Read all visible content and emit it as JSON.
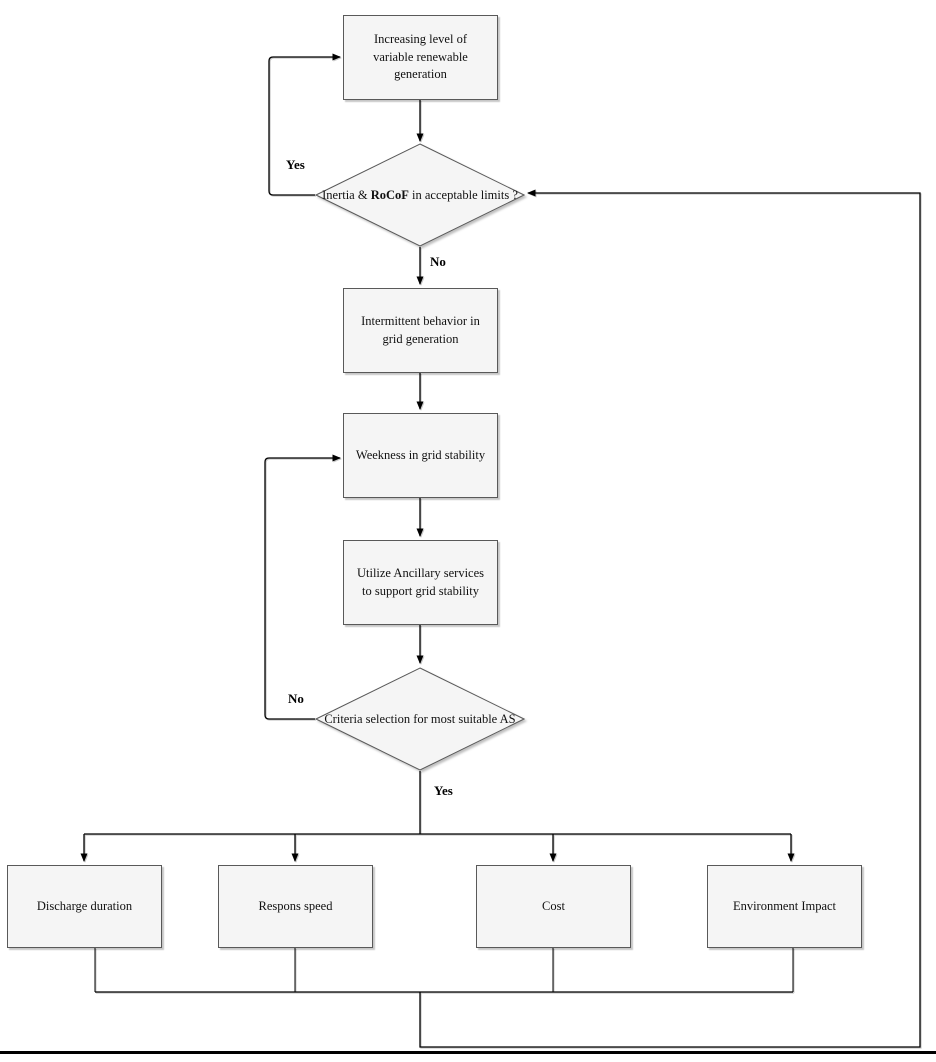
{
  "diagram": {
    "type": "flowchart",
    "nodes": {
      "increasing_renewables": {
        "label": "Increasing level of variable renewable generation"
      },
      "decision_inertia": {
        "label_prefix": "Inertia & ",
        "label_bold": "RoCoF",
        "label_suffix": " in acceptable limits ?"
      },
      "intermittent_behavior": {
        "label": "Intermittent behavior in grid generation"
      },
      "weakness_grid": {
        "label": "Weekness in grid stability"
      },
      "utilize_ancillary": {
        "label": "Utilize Ancillary services to support grid stability"
      },
      "decision_criteria": {
        "label": "Criteria selection for most suitable AS"
      },
      "criteria_discharge": {
        "label": "Discharge duration"
      },
      "criteria_response": {
        "label": "Respons speed"
      },
      "criteria_cost": {
        "label": "Cost"
      },
      "criteria_environment": {
        "label": "Environment Impact"
      }
    },
    "edge_labels": {
      "decision_inertia_yes": "Yes",
      "decision_inertia_no": "No",
      "decision_criteria_no": "No",
      "decision_criteria_yes": "Yes"
    },
    "colors": {
      "node_fill": "#f5f5f5",
      "node_border": "#595959",
      "line": "#000000",
      "background": "#ffffff"
    }
  }
}
